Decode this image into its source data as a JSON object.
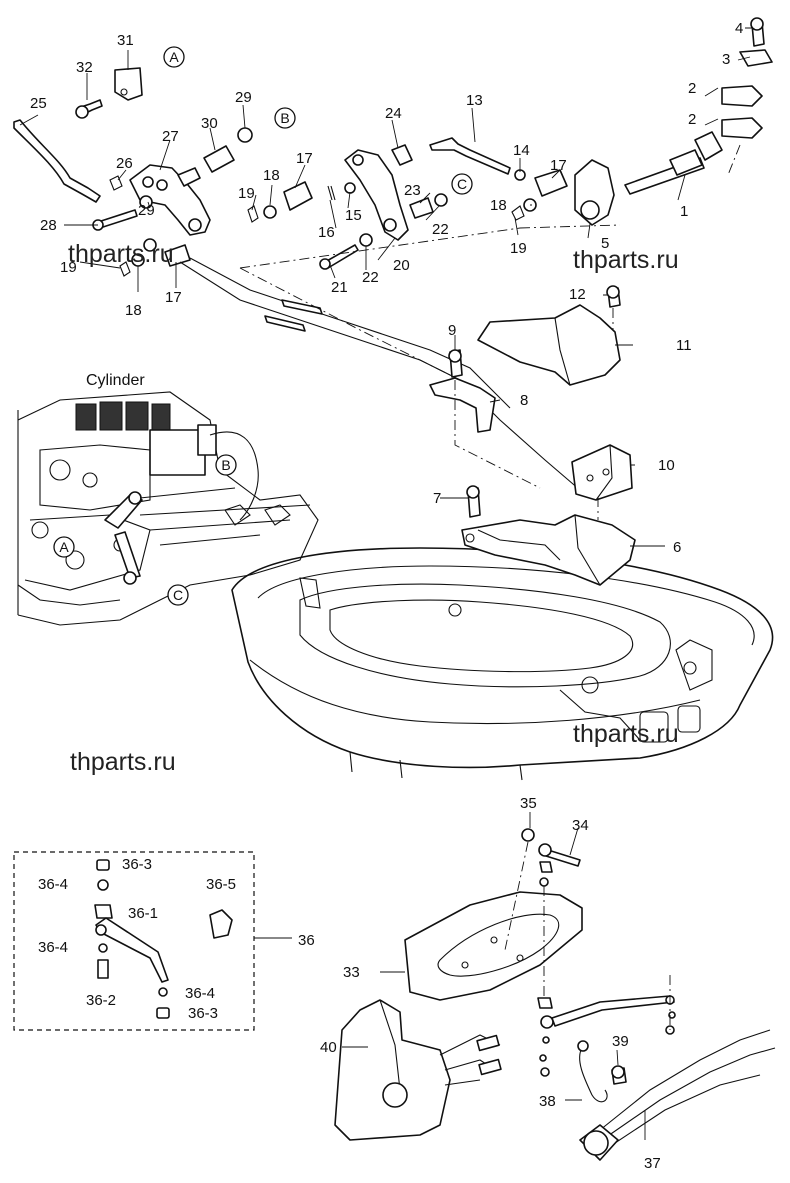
{
  "figure": {
    "cylinder_label": "Cylinder"
  },
  "watermarks": [
    "thparts.ru",
    "thparts.ru",
    "thparts.ru",
    "thparts.ru"
  ],
  "part_labels": [
    {
      "n": "1"
    },
    {
      "n": "2"
    },
    {
      "n": "2"
    },
    {
      "n": "3"
    },
    {
      "n": "4"
    },
    {
      "n": "5"
    },
    {
      "n": "6"
    },
    {
      "n": "7"
    },
    {
      "n": "8"
    },
    {
      "n": "9"
    },
    {
      "n": "10"
    },
    {
      "n": "11"
    },
    {
      "n": "12"
    },
    {
      "n": "13"
    },
    {
      "n": "14"
    },
    {
      "n": "15"
    },
    {
      "n": "16"
    },
    {
      "n": "17"
    },
    {
      "n": "17"
    },
    {
      "n": "17"
    },
    {
      "n": "18"
    },
    {
      "n": "18"
    },
    {
      "n": "18"
    },
    {
      "n": "19"
    },
    {
      "n": "19"
    },
    {
      "n": "19"
    },
    {
      "n": "20"
    },
    {
      "n": "21"
    },
    {
      "n": "22"
    },
    {
      "n": "22"
    },
    {
      "n": "23"
    },
    {
      "n": "24"
    },
    {
      "n": "25"
    },
    {
      "n": "26"
    },
    {
      "n": "27"
    },
    {
      "n": "28"
    },
    {
      "n": "29"
    },
    {
      "n": "29"
    },
    {
      "n": "30"
    },
    {
      "n": "31"
    },
    {
      "n": "32"
    },
    {
      "n": "33"
    },
    {
      "n": "34"
    },
    {
      "n": "35"
    },
    {
      "n": "36"
    },
    {
      "n": "36-1"
    },
    {
      "n": "36-2"
    },
    {
      "n": "36-3"
    },
    {
      "n": "36-3"
    },
    {
      "n": "36-4"
    },
    {
      "n": "36-4"
    },
    {
      "n": "36-4"
    },
    {
      "n": "36-5"
    },
    {
      "n": "37"
    },
    {
      "n": "38"
    },
    {
      "n": "39"
    },
    {
      "n": "40"
    }
  ],
  "callouts": [
    {
      "letter": "A"
    },
    {
      "letter": "B"
    },
    {
      "letter": "C"
    },
    {
      "letter": "A"
    },
    {
      "letter": "B"
    },
    {
      "letter": "C"
    }
  ]
}
